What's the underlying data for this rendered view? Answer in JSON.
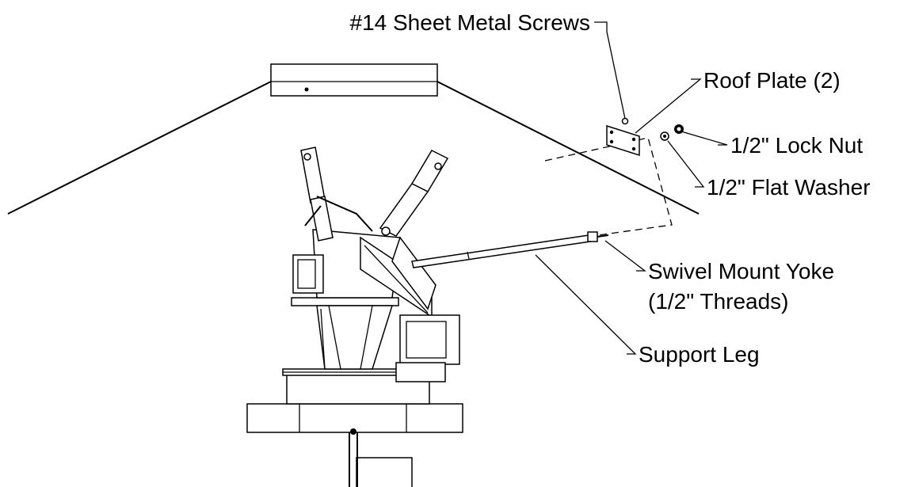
{
  "diagram": {
    "labels": {
      "screws": "#14 Sheet Metal Screws",
      "roof_plate": "Roof Plate (2)",
      "lock_nut": "1/2\" Lock Nut",
      "flat_washer": "1/2\" Flat Washer",
      "yoke_line1": "Swivel Mount Yoke",
      "yoke_line2": "(1/2\" Threads)",
      "support_leg": "Support Leg"
    },
    "colors": {
      "ink": "#000000",
      "paper": "#ffffff"
    }
  }
}
